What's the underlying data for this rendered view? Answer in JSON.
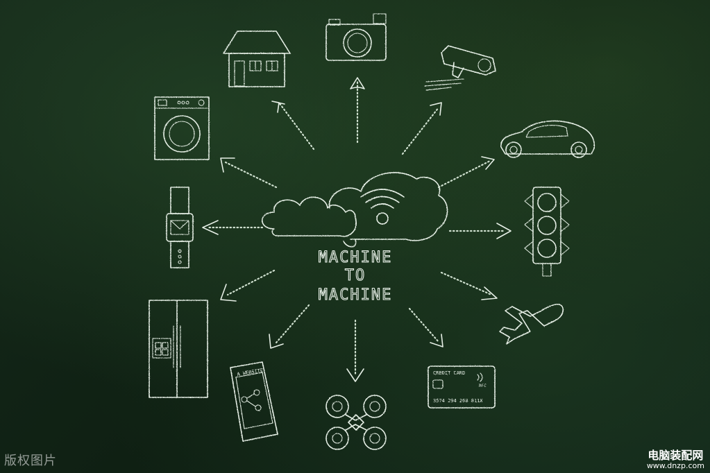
{
  "diagram": {
    "title_line1": "MACHINE",
    "title_line2": "TO",
    "title_line3": "MACHINE",
    "phone_label": "A WEBSITE",
    "card_label": "CREDIT CARD",
    "card_nfc": "NFC",
    "card_number": "3574 294 268 811X"
  },
  "icons": [
    "house-icon",
    "camera-icon",
    "security-camera-icon",
    "car-icon",
    "traffic-light-icon",
    "airplane-icon",
    "credit-card-icon",
    "drone-icon",
    "smartphone-icon",
    "refrigerator-icon",
    "smartwatch-icon",
    "washing-machine-icon",
    "cloud-wifi-icon"
  ],
  "watermark": {
    "left": "版权图片",
    "right_cn": "电脑装配网",
    "right_url": "www.dnzp.com"
  }
}
